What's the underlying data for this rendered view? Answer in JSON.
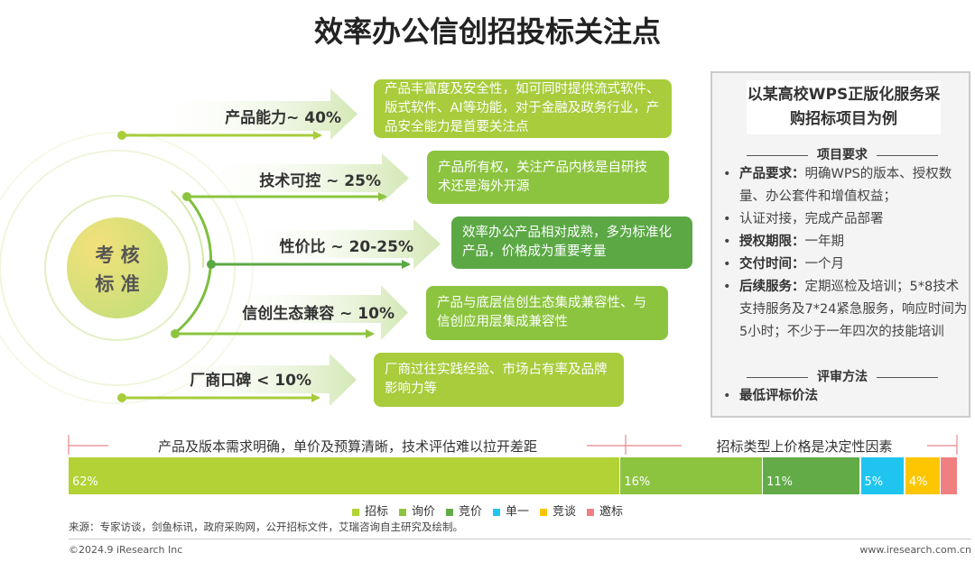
{
  "title": "效率办公信创招投标关注点",
  "center_label": [
    "考 核",
    "标 准"
  ],
  "criteria": [
    {
      "label": "产品能力~ 40%",
      "desc": "产品丰富度及安全性，如可同时提供流式软件、版式软件、AI等功能，对于金融及政务行业，产品安全能力是首要关注点",
      "color": "#a8cc3c"
    },
    {
      "label": "技术可控 ~ 25%",
      "desc": "产品所有权，关注产品内核是自研技术还是海外开源",
      "color": "#8cc43f"
    },
    {
      "label": "性价比 ~ 20-25%",
      "desc": "效率办公产品相对成熟，多为标准化产品，价格成为重要考量",
      "color": "#5ba845"
    },
    {
      "label": "信创生态兼容 ~ 10%",
      "desc": "产品与底层信创生态集成兼容性、与信创应用层集成兼容性",
      "color": "#8cc43f"
    },
    {
      "label": "厂商口碑 < 10%",
      "desc": "厂商过往实践经验、市场占有率及品牌影响力等",
      "color": "#a8cc3c"
    }
  ],
  "case": {
    "title": "以某高校WPS正版化服务采购招标项目为例",
    "section1": "项目要求",
    "items": [
      {
        "bold": "产品要求：",
        "text": "明确WPS的版本、授权数量、办公套件和增值权益；"
      },
      {
        "bold": "",
        "text": "认证对接，完成产品部署"
      },
      {
        "bold": "授权期限：",
        "text": "一年期"
      },
      {
        "bold": "交付时间：",
        "text": "一个月"
      },
      {
        "bold": "后续服务：",
        "text": "定期巡检及培训；5*8技术支持服务及7*24紧急服务，响应时间为5小时；不少于一年四次的技能培训"
      }
    ],
    "section2": "评审方法",
    "method": "最低评标价法"
  },
  "chart_data": {
    "type": "bar",
    "orientation": "horizontal-stacked-100",
    "categories": [
      "招标",
      "询价",
      "竞价",
      "单一",
      "竞谈",
      "邀标"
    ],
    "values": [
      62,
      16,
      11,
      5,
      4,
      2
    ],
    "labels": [
      "62%",
      "16%",
      "11%",
      "5%",
      "4%",
      ""
    ],
    "colors": [
      "#b3d235",
      "#8cc43f",
      "#62ab47",
      "#20c5ef",
      "#fdc600",
      "#f08080"
    ],
    "annotations": [
      "产品及版本需求明确，单价及预算清晰，技术评估难以拉开差距",
      "招标类型上价格是决定性因素"
    ],
    "legend_position": "bottom"
  },
  "source": "来源：专家访谈，剑鱼标讯，政府采购网，公开招标文件，艾瑞咨询自主研究及绘制。",
  "copyright": "©2024.9 iResearch Inc",
  "website": "www.iresearch.com.cn"
}
